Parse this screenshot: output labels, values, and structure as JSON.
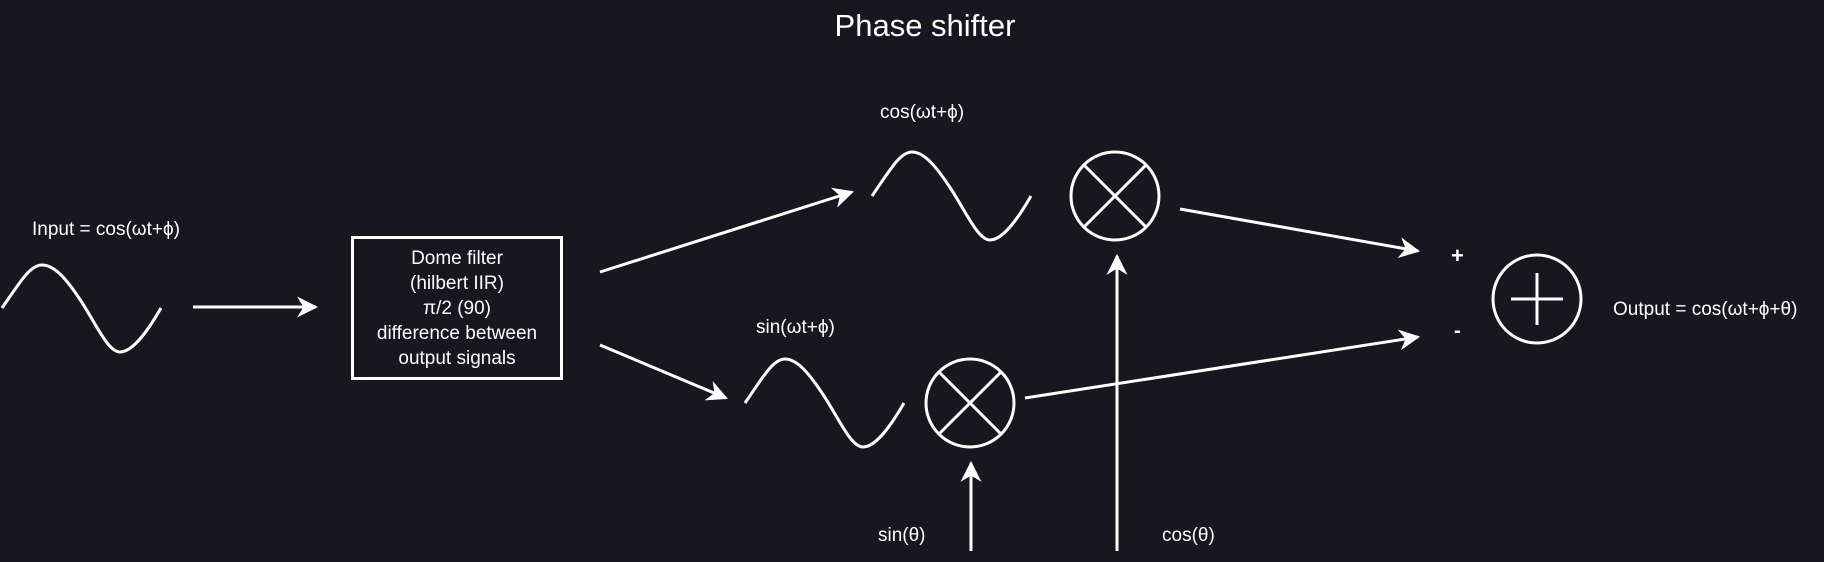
{
  "diagram": {
    "title": "Phase shifter",
    "input_label": "Input = cos(ωt+ϕ)",
    "filter": {
      "lines": [
        "Dome filter",
        "(hilbert IIR)",
        "π/2 (90)",
        "difference between",
        "output signals"
      ]
    },
    "cos_branch_label": "cos(ωt+ϕ)",
    "sin_branch_label": "sin(ωt+ϕ)",
    "sin_theta_label": "sin(θ)",
    "cos_theta_label": "cos(θ)",
    "plus_sign": "+",
    "minus_sign": "-",
    "output_label": "Output = cos(ωt+ϕ+θ)"
  },
  "colors": {
    "background": "#18161e",
    "foreground": "#ffffff"
  },
  "icons": {
    "multiplier": "multiply-circle-icon",
    "summer": "plus-circle-icon",
    "waveform": "sine-wave-icon"
  }
}
